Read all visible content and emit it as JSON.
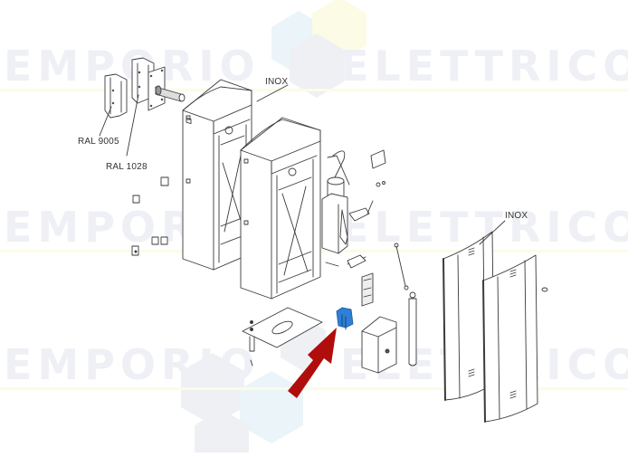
{
  "diagram": {
    "type": "exploded-parts-view",
    "watermark": {
      "left_word": "EMPORIO",
      "right_word": "ELETTRICO",
      "text_color": "#eef0f5",
      "hex_colors": [
        "#eef0f4",
        "#eaf4f9",
        "#fbfbe6"
      ]
    },
    "labels": {
      "inox_top": "INOX",
      "ral_9005": "RAL 9005",
      "ral_1028": "RAL 1028",
      "inox_right": "INOX"
    },
    "highlight": {
      "part": "blue-component",
      "part_color": "#2f7fd6",
      "arrow_color": "#b00d0d"
    },
    "line_color": "#333333"
  }
}
